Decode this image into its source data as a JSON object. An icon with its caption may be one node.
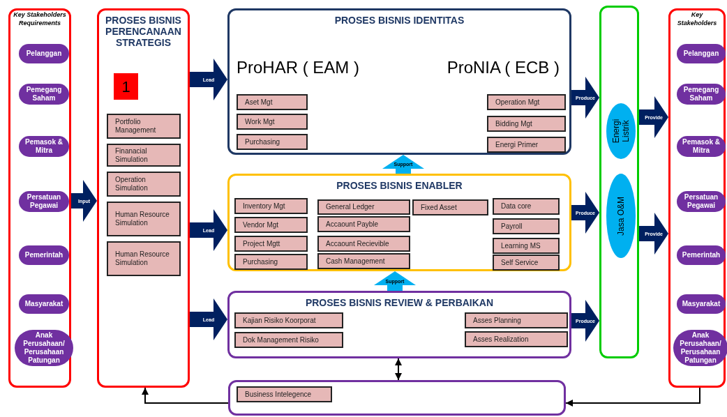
{
  "diagram": {
    "nodes": [
      {
        "text": [
          "Key Stakeholders Requirements"
        ]
      },
      {
        "text": [
          "Pelanggan"
        ],
        "in": 0
      },
      {
        "text": [
          "Pemegang Saham"
        ],
        "in": 0
      },
      {
        "text": [
          "Pemasok & Mitra"
        ],
        "in": 0
      },
      {
        "text": [
          "Persatuan Pegawai"
        ],
        "in": 0
      },
      {
        "text": [
          "Pemerintah"
        ],
        "in": 0
      },
      {
        "text": [
          "Masyarakat"
        ],
        "in": 0
      },
      {
        "text": [
          "Anak Perusahaan/ Perusahaan Patungan"
        ],
        "in": 0
      },
      {
        "text": [
          "PROSES BISNIS PERENCANAAN STRATEGIS"
        ]
      },
      {
        "text": [
          "1"
        ],
        "in": 8
      },
      {
        "text": [
          "Portfolio Management"
        ],
        "in": 8
      },
      {
        "text": [
          "Finanacial Simulation"
        ],
        "in": 8
      },
      {
        "text": [
          "Operation Simulation"
        ],
        "in": 8
      },
      {
        "text": [
          "Human Resource Simulation"
        ],
        "in": 8
      },
      {
        "text": [
          "Human Resource Simulation"
        ],
        "in": 8
      },
      {
        "text": [
          "PROSES BISNIS IDENTITAS",
          "ProHAR ( EAM )",
          "ProNIA ( ECB )"
        ]
      },
      {
        "text": [
          "Aset Mgt"
        ],
        "in": 15
      },
      {
        "text": [
          "Work Mgt"
        ],
        "in": 15
      },
      {
        "text": [
          "Purchasing"
        ],
        "in": 15
      },
      {
        "text": [
          "Operation Mgt"
        ],
        "in": 15
      },
      {
        "text": [
          "Bidding Mgt"
        ],
        "in": 15
      },
      {
        "text": [
          "Energi Primer"
        ],
        "in": 15
      },
      {
        "text": [
          "PROSES BISNIS ENABLER"
        ]
      },
      {
        "text": [
          "Inventory Mgt"
        ],
        "in": 22
      },
      {
        "text": [
          "Vendor Mgt"
        ],
        "in": 22
      },
      {
        "text": [
          "Project Mgtt"
        ],
        "in": 22
      },
      {
        "text": [
          "Purchasing"
        ],
        "in": 22
      },
      {
        "text": [
          "General Ledger"
        ],
        "in": 22
      },
      {
        "text": [
          "Accaount Payble"
        ],
        "in": 22
      },
      {
        "text": [
          "Accaount Recievible"
        ],
        "in": 22
      },
      {
        "text": [
          "Cash Management"
        ],
        "in": 22
      },
      {
        "text": [
          "Fixed Asset"
        ],
        "in": 22
      },
      {
        "text": [
          "Data core"
        ],
        "in": 22
      },
      {
        "text": [
          "Payroll"
        ],
        "in": 22
      },
      {
        "text": [
          "Learning MS"
        ],
        "in": 22
      },
      {
        "text": [
          "Self Service"
        ],
        "in": 22
      },
      {
        "text": [
          "PROSES BISNIS REVIEW & PERBAIKAN"
        ]
      },
      {
        "text": [
          "Kajian Risiko Koorporat"
        ],
        "in": 36
      },
      {
        "text": [
          "Dok Management Risiko"
        ],
        "in": 36
      },
      {
        "text": [
          "Asses Planning"
        ],
        "in": 36
      },
      {
        "text": [
          "Asses Realization"
        ],
        "in": 36
      },
      {
        "text": [],
        "shape": "box"
      },
      {
        "text": [
          "Business Intelegence"
        ],
        "in": 41
      },
      {
        "text": [],
        "shape": "box"
      },
      {
        "text": [
          "Energi Listrik"
        ],
        "in": 43
      },
      {
        "text": [
          "Jasa O&M"
        ],
        "in": 43
      },
      {
        "text": [
          "Key Stakeholders"
        ]
      },
      {
        "text": [
          "Pelanggan"
        ],
        "in": 46
      },
      {
        "text": [
          "Pemegang Saham"
        ],
        "in": 46
      },
      {
        "text": [
          "Pemasok & Mitra"
        ],
        "in": 46
      },
      {
        "text": [
          "Persatuan Pegawai"
        ],
        "in": 46
      },
      {
        "text": [
          "Pemerintah"
        ],
        "in": 46
      },
      {
        "text": [
          "Masyarakat"
        ],
        "in": 46
      },
      {
        "text": [
          "Anak Perusahaan/ Perusahaan Patungan"
        ],
        "in": 46
      }
    ],
    "edges": [
      {
        "from": 0,
        "to": 8,
        "arrow": "to",
        "label": "Input"
      },
      {
        "from": 8,
        "to": 15,
        "arrow": "to",
        "label": "Lead"
      },
      {
        "from": 8,
        "to": 22,
        "arrow": "to",
        "label": "Lead"
      },
      {
        "from": 8,
        "to": 36,
        "arrow": "to",
        "label": "Lead"
      },
      {
        "from": 22,
        "to": 15,
        "arrow": "to",
        "label": "Support",
        "color": "#00b0f0"
      },
      {
        "from": 36,
        "to": 22,
        "arrow": "to",
        "label": "Support",
        "color": "#00b0f0"
      },
      {
        "from": 15,
        "to": 43,
        "arrow": "to",
        "label": "Produce"
      },
      {
        "from": 22,
        "to": 43,
        "arrow": "to",
        "label": "Produce"
      },
      {
        "from": 36,
        "to": 43,
        "arrow": "to",
        "label": "Produce"
      },
      {
        "from": 43,
        "to": 46,
        "arrow": "to",
        "label": "Provide"
      },
      {
        "from": 43,
        "to": 46,
        "arrow": "to",
        "label": "Provide"
      },
      {
        "from": 36,
        "to": 41,
        "arrow": "both",
        "color": "#000000"
      },
      {
        "from": 41,
        "to": 8,
        "arrow": "to",
        "color": "#000000"
      },
      {
        "from": 46,
        "to": 41,
        "arrow": "to",
        "color": "#000000"
      }
    ]
  }
}
